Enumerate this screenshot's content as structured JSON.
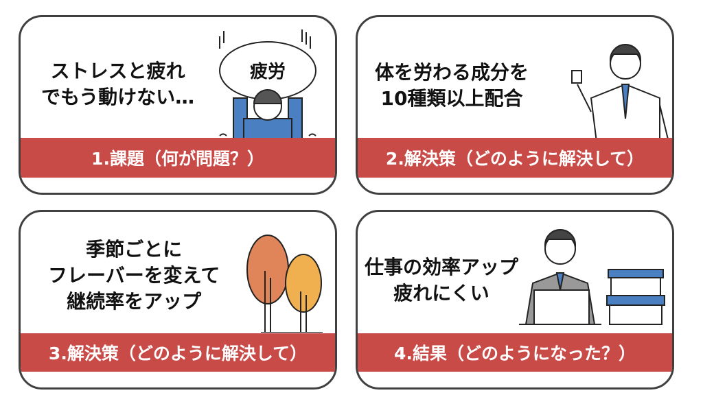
{
  "cards": [
    {
      "text_lines": [
        "ストレスと疲れ",
        "でもう動けない…"
      ],
      "bubble": "疲労",
      "banner": "1.課題（何が問題？）"
    },
    {
      "text_lines": [
        "体を労わる成分を",
        "10種類以上配合"
      ],
      "banner": "2.解決策（どのように解決して）"
    },
    {
      "text_lines": [
        "季節ごとに",
        "フレーバーを変えて",
        "継続率をアップ"
      ],
      "banner": "3.解決策（どのように解決して）"
    },
    {
      "text_lines": [
        "仕事の効率アップ",
        "疲れにくい"
      ],
      "banner": "4.結果（どのようになった？）"
    }
  ],
  "colors": {
    "banner": "#c84b47",
    "border": "#404040",
    "shirt": "#4a7fc1"
  }
}
